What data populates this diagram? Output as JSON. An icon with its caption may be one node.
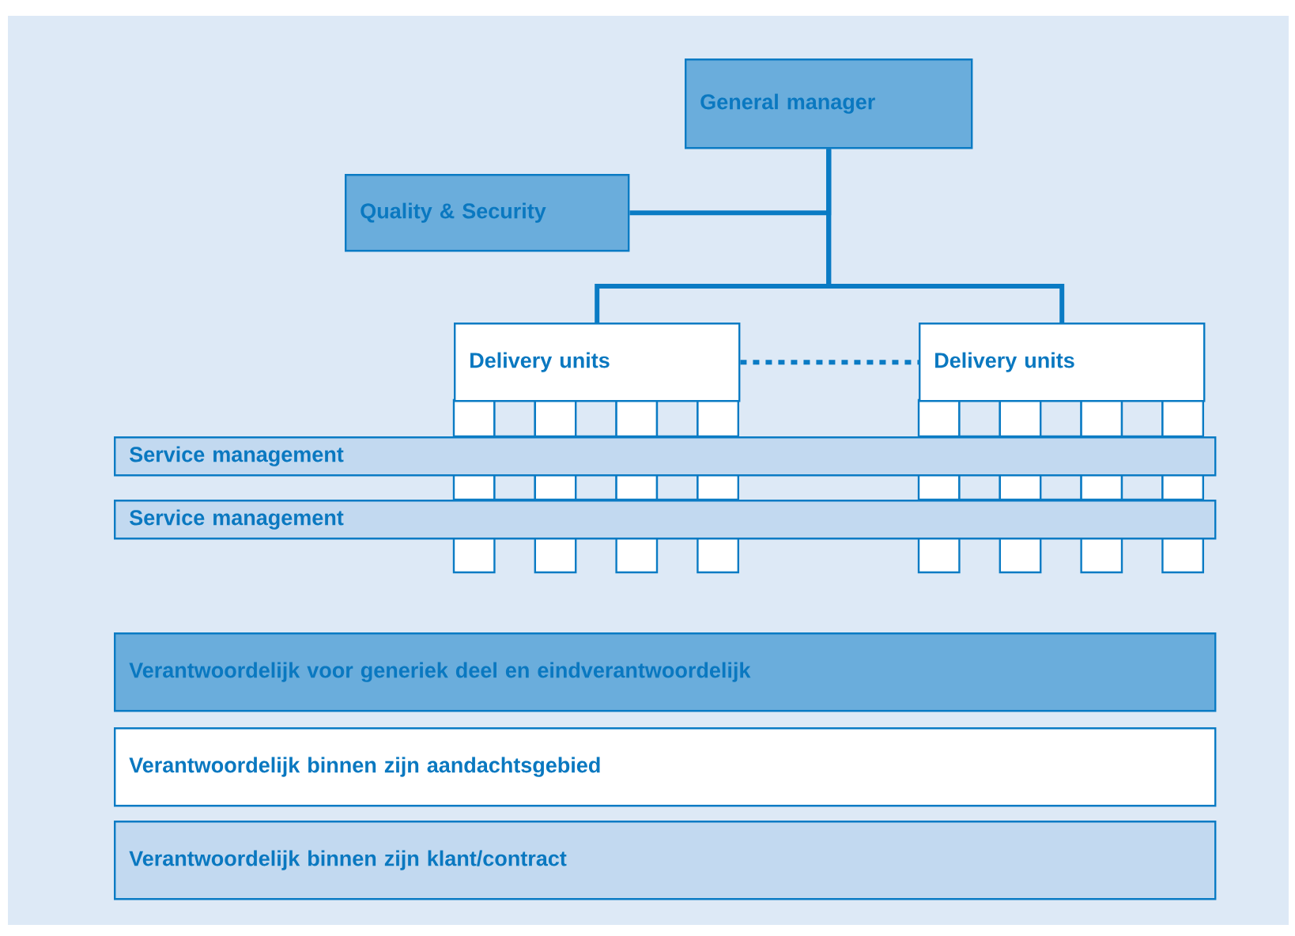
{
  "diagram": {
    "nodes": [
      {
        "text": [
          "General manager"
        ]
      },
      {
        "text": [
          "Quality & Security"
        ]
      },
      {
        "text": [
          "Delivery units"
        ]
      },
      {
        "text": [
          "Delivery units"
        ]
      },
      {
        "text": [
          "Service management"
        ]
      },
      {
        "text": [
          "Service management"
        ]
      },
      {
        "text": [
          "Verantwoordelijk voor generiek deel en eindverantwoordelijk"
        ]
      },
      {
        "text": [
          "Verantwoordelijk binnen zijn aandachtsgebied"
        ]
      },
      {
        "text": [
          "Verantwoordelijk binnen zijn klant/contract"
        ]
      }
    ],
    "edges": [
      {
        "from": 0,
        "to": 1,
        "arrow": "none"
      },
      {
        "from": 0,
        "to": 2,
        "arrow": "none"
      },
      {
        "from": 0,
        "to": 3,
        "arrow": "none"
      },
      {
        "from": 2,
        "to": 3,
        "arrow": "none",
        "style": "dashed"
      }
    ]
  }
}
